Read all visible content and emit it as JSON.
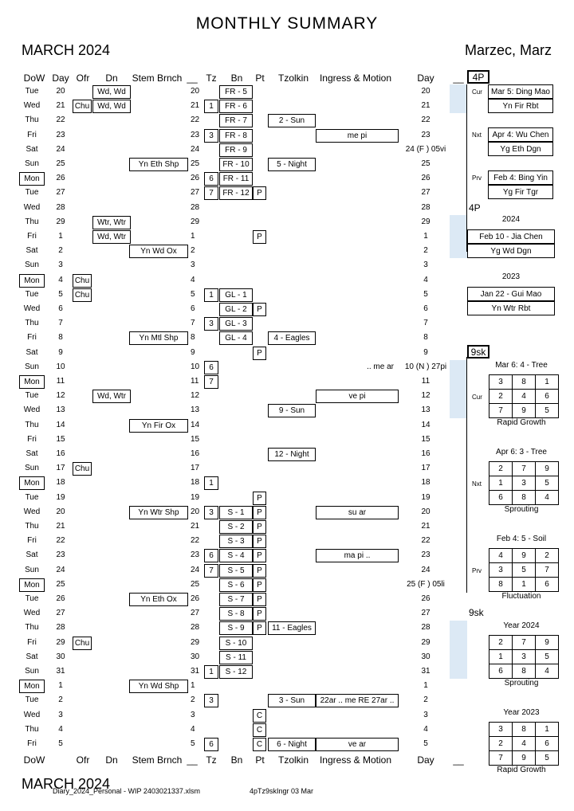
{
  "title": "MONTHLY   SUMMARY",
  "month_label": "MARCH   2024",
  "month_names": "Marzec, Marz",
  "columns": [
    "DoW",
    "Day",
    "Ofr",
    "Dn",
    "Stem Brnch",
    "__",
    "Tz",
    "Bn",
    "Pt",
    "Tzolkin",
    "Ingress & Motion",
    "Day",
    "__"
  ],
  "bottom_columns": [
    "DoW",
    "Ofr",
    "Dn",
    "Stem Brnch",
    "__",
    "Tz",
    "Bn",
    "Pt",
    "Tzolkin",
    "Ingress & Motion",
    "Day",
    "__"
  ],
  "rows": [
    {
      "dow": "Tue",
      "day": "20",
      "ofr": "",
      "dn": "Wd, Wd",
      "stem": "",
      "dn2": "20",
      "tz": "",
      "bn": "FR - 5",
      "pt": "",
      "tzolkin": "",
      "ingress": "",
      "day2": "20",
      "ring": false
    },
    {
      "dow": "Wed",
      "day": "21",
      "ofr": "Chu",
      "dn": "Wd, Wd",
      "stem": "",
      "dn2": "21",
      "tz": "1",
      "bn": "FR - 6",
      "pt": "",
      "tzolkin": "",
      "ingress": "",
      "day2": "21",
      "ring": false
    },
    {
      "dow": "Thu",
      "day": "22",
      "ofr": "",
      "dn": "",
      "stem": "",
      "dn2": "22",
      "tz": "",
      "bn": "FR - 7",
      "pt": "",
      "tzolkin": "2 - Sun",
      "ingress": "",
      "day2": "22",
      "ring": false
    },
    {
      "dow": "Fri",
      "day": "23",
      "ofr": "",
      "dn": "",
      "stem": "",
      "dn2": "23",
      "tz": "3",
      "bn": "FR - 8",
      "pt": "",
      "tzolkin": "",
      "ingress": "me pi",
      "day2": "23",
      "ring": false
    },
    {
      "dow": "Sat",
      "day": "24",
      "ofr": "",
      "dn": "",
      "stem": "",
      "dn2": "24",
      "tz": "",
      "bn": "FR - 9",
      "pt": "",
      "tzolkin": "",
      "ingress": "",
      "day2": "24 (F ) 05vi",
      "ring": false
    },
    {
      "dow": "Sun",
      "day": "25",
      "ofr": "",
      "dn": "",
      "stem": "Yn Eth Shp",
      "dn2": "25",
      "tz": "",
      "bn": "FR - 10",
      "pt": "",
      "tzolkin": "5 - Night",
      "ingress": "",
      "day2": "25",
      "ring": false
    },
    {
      "dow": "Mon",
      "day": "26",
      "ofr": "",
      "dn": "",
      "stem": "",
      "dn2": "26",
      "tz": "6",
      "bn": "FR - 11",
      "pt": "",
      "tzolkin": "",
      "ingress": "",
      "day2": "26",
      "ring": true
    },
    {
      "dow": "Tue",
      "day": "27",
      "ofr": "",
      "dn": "",
      "stem": "",
      "dn2": "27",
      "tz": "7",
      "bn": "FR - 12",
      "pt": "P",
      "tzolkin": "",
      "ingress": "",
      "day2": "27",
      "ring": false
    },
    {
      "dow": "Wed",
      "day": "28",
      "ofr": "",
      "dn": "",
      "stem": "",
      "dn2": "28",
      "tz": "",
      "bn": "",
      "pt": "",
      "tzolkin": "",
      "ingress": "",
      "day2": "28",
      "ring": false
    },
    {
      "dow": "Thu",
      "day": "29",
      "ofr": "",
      "dn": "Wtr, Wtr",
      "stem": "",
      "dn2": "29",
      "tz": "",
      "bn": "",
      "pt": "",
      "tzolkin": "",
      "ingress": "",
      "day2": "29",
      "ring": false
    },
    {
      "dow": "Fri",
      "day": "1",
      "ofr": "",
      "dn": "Wd, Wtr",
      "stem": "",
      "dn2": "1",
      "tz": "",
      "bn": "",
      "pt": "P",
      "tzolkin": "",
      "ingress": "",
      "day2": "1",
      "ring": false
    },
    {
      "dow": "Sat",
      "day": "2",
      "ofr": "",
      "dn": "",
      "stem": "Yn Wd Ox",
      "dn2": "2",
      "tz": "",
      "bn": "",
      "pt": "",
      "tzolkin": "",
      "ingress": "",
      "day2": "2",
      "ring": false
    },
    {
      "dow": "Sun",
      "day": "3",
      "ofr": "",
      "dn": "",
      "stem": "",
      "dn2": "3",
      "tz": "",
      "bn": "",
      "pt": "",
      "tzolkin": "",
      "ingress": "",
      "day2": "3",
      "ring": false
    },
    {
      "dow": "Mon",
      "day": "4",
      "ofr": "Chu",
      "dn": "",
      "stem": "",
      "dn2": "4",
      "tz": "",
      "bn": "",
      "pt": "",
      "tzolkin": "",
      "ingress": "",
      "day2": "4",
      "ring": true
    },
    {
      "dow": "Tue",
      "day": "5",
      "ofr": "Chu",
      "dn": "",
      "stem": "",
      "dn2": "5",
      "tz": "1",
      "bn": "GL - 1",
      "pt": "",
      "tzolkin": "",
      "ingress": "",
      "day2": "5",
      "ring": false
    },
    {
      "dow": "Wed",
      "day": "6",
      "ofr": "",
      "dn": "",
      "stem": "",
      "dn2": "6",
      "tz": "",
      "bn": "GL - 2",
      "pt": "P",
      "tzolkin": "",
      "ingress": "",
      "day2": "6",
      "ring": false
    },
    {
      "dow": "Thu",
      "day": "7",
      "ofr": "",
      "dn": "",
      "stem": "",
      "dn2": "7",
      "tz": "3",
      "bn": "GL - 3",
      "pt": "",
      "tzolkin": "",
      "ingress": "",
      "day2": "7",
      "ring": false
    },
    {
      "dow": "Fri",
      "day": "8",
      "ofr": "",
      "dn": "",
      "stem": "Yn Mtl Shp",
      "dn2": "8",
      "tz": "",
      "bn": "GL - 4",
      "pt": "",
      "tzolkin": "4 - Eagles",
      "ingress": "",
      "day2": "8",
      "ring": false
    },
    {
      "dow": "Sat",
      "day": "9",
      "ofr": "",
      "dn": "",
      "stem": "",
      "dn2": "9",
      "tz": "",
      "bn": "",
      "pt": "P",
      "tzolkin": "",
      "ingress": "",
      "day2": "9",
      "ring": false
    },
    {
      "dow": "Sun",
      "day": "10",
      "ofr": "",
      "dn": "",
      "stem": "",
      "dn2": "10",
      "tz": "6",
      "bn": "",
      "pt": "",
      "tzolkin": "",
      "ingress": ".. me ar",
      "ingress_plain": true,
      "day2": "10 (N ) 27pi",
      "ring": false
    },
    {
      "dow": "Mon",
      "day": "11",
      "ofr": "",
      "dn": "",
      "stem": "",
      "dn2": "11",
      "tz": "7",
      "bn": "",
      "pt": "",
      "tzolkin": "",
      "ingress": "",
      "day2": "11",
      "ring": true
    },
    {
      "dow": "Tue",
      "day": "12",
      "ofr": "",
      "dn": "Wd, Wtr",
      "stem": "",
      "dn2": "12",
      "tz": "",
      "bn": "",
      "pt": "",
      "tzolkin": "",
      "ingress": "ve pi",
      "day2": "12",
      "ring": false
    },
    {
      "dow": "Wed",
      "day": "13",
      "ofr": "",
      "dn": "",
      "stem": "",
      "dn2": "13",
      "tz": "",
      "bn": "",
      "pt": "",
      "tzolkin": "9 - Sun",
      "ingress": "",
      "day2": "13",
      "ring": false
    },
    {
      "dow": "Thu",
      "day": "14",
      "ofr": "",
      "dn": "",
      "stem": "Yn Fir Ox",
      "dn2": "14",
      "tz": "",
      "bn": "",
      "pt": "",
      "tzolkin": "",
      "ingress": "",
      "day2": "14",
      "ring": false
    },
    {
      "dow": "Fri",
      "day": "15",
      "ofr": "",
      "dn": "",
      "stem": "",
      "dn2": "15",
      "tz": "",
      "bn": "",
      "pt": "",
      "tzolkin": "",
      "ingress": "",
      "day2": "15",
      "ring": false
    },
    {
      "dow": "Sat",
      "day": "16",
      "ofr": "",
      "dn": "",
      "stem": "",
      "dn2": "16",
      "tz": "",
      "bn": "",
      "pt": "",
      "tzolkin": "12 - Night",
      "ingress": "",
      "day2": "16",
      "ring": false
    },
    {
      "dow": "Sun",
      "day": "17",
      "ofr": "Chu",
      "dn": "",
      "stem": "",
      "dn2": "17",
      "tz": "",
      "bn": "",
      "pt": "",
      "tzolkin": "",
      "ingress": "",
      "day2": "17",
      "ring": false
    },
    {
      "dow": "Mon",
      "day": "18",
      "ofr": "",
      "dn": "",
      "stem": "",
      "dn2": "18",
      "tz": "1",
      "bn": "",
      "pt": "",
      "tzolkin": "",
      "ingress": "",
      "day2": "18",
      "ring": true
    },
    {
      "dow": "Tue",
      "day": "19",
      "ofr": "",
      "dn": "",
      "stem": "",
      "dn2": "19",
      "tz": "",
      "bn": "",
      "pt": "P",
      "tzolkin": "",
      "ingress": "",
      "day2": "19",
      "ring": false
    },
    {
      "dow": "Wed",
      "day": "20",
      "ofr": "",
      "dn": "",
      "stem": "Yn Wtr Shp",
      "dn2": "20",
      "tz": "3",
      "bn": "S - 1",
      "pt": "P",
      "tzolkin": "",
      "ingress": "su ar",
      "day2": "20",
      "ring": false
    },
    {
      "dow": "Thu",
      "day": "21",
      "ofr": "",
      "dn": "",
      "stem": "",
      "dn2": "21",
      "tz": "",
      "bn": "S - 2",
      "pt": "P",
      "tzolkin": "",
      "ingress": "",
      "day2": "21",
      "ring": false
    },
    {
      "dow": "Fri",
      "day": "22",
      "ofr": "",
      "dn": "",
      "stem": "",
      "dn2": "22",
      "tz": "",
      "bn": "S - 3",
      "pt": "P",
      "tzolkin": "",
      "ingress": "",
      "day2": "22",
      "ring": false
    },
    {
      "dow": "Sat",
      "day": "23",
      "ofr": "",
      "dn": "",
      "stem": "",
      "dn2": "23",
      "tz": "6",
      "bn": "S - 4",
      "pt": "P",
      "tzolkin": "",
      "ingress": "ma pi ..",
      "day2": "23",
      "ring": false
    },
    {
      "dow": "Sun",
      "day": "24",
      "ofr": "",
      "dn": "",
      "stem": "",
      "dn2": "24",
      "tz": "7",
      "bn": "S - 5",
      "pt": "P",
      "tzolkin": "",
      "ingress": "",
      "day2": "24",
      "ring": false
    },
    {
      "dow": "Mon",
      "day": "25",
      "ofr": "",
      "dn": "",
      "stem": "",
      "dn2": "25",
      "tz": "",
      "bn": "S - 6",
      "pt": "P",
      "tzolkin": "",
      "ingress": "",
      "day2": "25 (F ) 05li",
      "ring": true
    },
    {
      "dow": "Tue",
      "day": "26",
      "ofr": "",
      "dn": "",
      "stem": "Yn Eth Ox",
      "dn2": "26",
      "tz": "",
      "bn": "S - 7",
      "pt": "P",
      "tzolkin": "",
      "ingress": "",
      "day2": "26",
      "ring": false
    },
    {
      "dow": "Wed",
      "day": "27",
      "ofr": "",
      "dn": "",
      "stem": "",
      "dn2": "27",
      "tz": "",
      "bn": "S - 8",
      "pt": "P",
      "tzolkin": "",
      "ingress": "",
      "day2": "27",
      "ring": false
    },
    {
      "dow": "Thu",
      "day": "28",
      "ofr": "",
      "dn": "",
      "stem": "",
      "dn2": "28",
      "tz": "",
      "bn": "S - 9",
      "pt": "P",
      "tzolkin": "11 - Eagles",
      "ingress": "",
      "day2": "28",
      "ring": false
    },
    {
      "dow": "Fri",
      "day": "29",
      "ofr": "Chu",
      "dn": "",
      "stem": "",
      "dn2": "29",
      "tz": "",
      "bn": "S - 10",
      "pt": "",
      "tzolkin": "",
      "ingress": "",
      "day2": "29",
      "ring": false
    },
    {
      "dow": "Sat",
      "day": "30",
      "ofr": "",
      "dn": "",
      "stem": "",
      "dn2": "30",
      "tz": "",
      "bn": "S - 11",
      "pt": "",
      "tzolkin": "",
      "ingress": "",
      "day2": "30",
      "ring": false
    },
    {
      "dow": "Sun",
      "day": "31",
      "ofr": "",
      "dn": "",
      "stem": "",
      "dn2": "31",
      "tz": "1",
      "bn": "S - 12",
      "pt": "",
      "tzolkin": "",
      "ingress": "",
      "day2": "31",
      "ring": false
    },
    {
      "dow": "Mon",
      "day": "1",
      "ofr": "",
      "dn": "",
      "stem": "Yn Wd Shp",
      "dn2": "1",
      "tz": "",
      "bn": "",
      "pt": "",
      "tzolkin": "",
      "ingress": "",
      "day2": "1",
      "ring": true
    },
    {
      "dow": "Tue",
      "day": "2",
      "ofr": "",
      "dn": "",
      "stem": "",
      "dn2": "2",
      "tz": "3",
      "bn": "",
      "pt": "",
      "tzolkin": "3 - Sun",
      "ingress": "22ar .. me RE 27ar ..",
      "day2": "2",
      "ring": false
    },
    {
      "dow": "Wed",
      "day": "3",
      "ofr": "",
      "dn": "",
      "stem": "",
      "dn2": "3",
      "tz": "",
      "bn": "",
      "pt": "C",
      "tzolkin": "",
      "ingress": "",
      "day2": "3",
      "ring": false
    },
    {
      "dow": "Thu",
      "day": "4",
      "ofr": "",
      "dn": "",
      "stem": "",
      "dn2": "4",
      "tz": "",
      "bn": "",
      "pt": "C",
      "tzolkin": "",
      "ingress": "",
      "day2": "4",
      "ring": false
    },
    {
      "dow": "Fri",
      "day": "5",
      "ofr": "",
      "dn": "",
      "stem": "",
      "dn2": "5",
      "tz": "6",
      "bn": "",
      "pt": "C",
      "tzolkin": "6 - Night",
      "ingress": "ve ar",
      "day2": "5",
      "ring": false
    }
  ],
  "side": {
    "fourp_box": "4P",
    "fourp_plain": "4P",
    "ninesk_box": "9sk",
    "ninesk_plain": "9sk",
    "pillars": [
      {
        "tag": "Cur",
        "line1": "Mar 5: Ding Mao",
        "line2": "Yn Fir Rbt"
      },
      {
        "tag": "Nxt",
        "line1": "Apr 4: Wu Chen",
        "line2": "Yg Eth Dgn"
      },
      {
        "tag": "Prv",
        "line1": "Feb 4: Bing Yin",
        "line2": "Yg Fir Tgr"
      }
    ],
    "years": [
      {
        "year": "2024",
        "line1": "Feb 10 - Jia Chen",
        "line2": "Yg Wd Dgn"
      },
      {
        "year": "2023",
        "line1": "Jan 22 - Gui Mao",
        "line2": "Yn Wtr Rbt"
      }
    ],
    "grids": [
      {
        "title": "Mar 6:  4 - Tree",
        "tag": "Cur",
        "cells": [
          "3",
          "8",
          "1",
          "2",
          "4",
          "6",
          "7",
          "9",
          "5"
        ],
        "caption": "Rapid Growth"
      },
      {
        "title": "Apr 6:  3 - Tree",
        "tag": "Nxt",
        "cells": [
          "2",
          "7",
          "9",
          "1",
          "3",
          "5",
          "6",
          "8",
          "4"
        ],
        "caption": "Sprouting"
      },
      {
        "title": "Feb 4:  5 - Soil",
        "tag": "Prv",
        "cells": [
          "4",
          "9",
          "2",
          "3",
          "5",
          "7",
          "8",
          "1",
          "6"
        ],
        "caption": "Fluctuation"
      }
    ],
    "year_grids": [
      {
        "title": "Year  2024",
        "cells": [
          "2",
          "7",
          "9",
          "1",
          "3",
          "5",
          "6",
          "8",
          "4"
        ],
        "caption": "Sprouting"
      },
      {
        "title": "Year  2023",
        "cells": [
          "3",
          "8",
          "1",
          "2",
          "4",
          "6",
          "7",
          "9",
          "5"
        ],
        "caption": "Rapid Growth"
      }
    ]
  },
  "footer": {
    "month_label": "MARCH   2024",
    "filename": "Diary_2024_Personal - WIP 2403021337.xlsm",
    "code": "4pTz9skIngr 03 Mar"
  }
}
